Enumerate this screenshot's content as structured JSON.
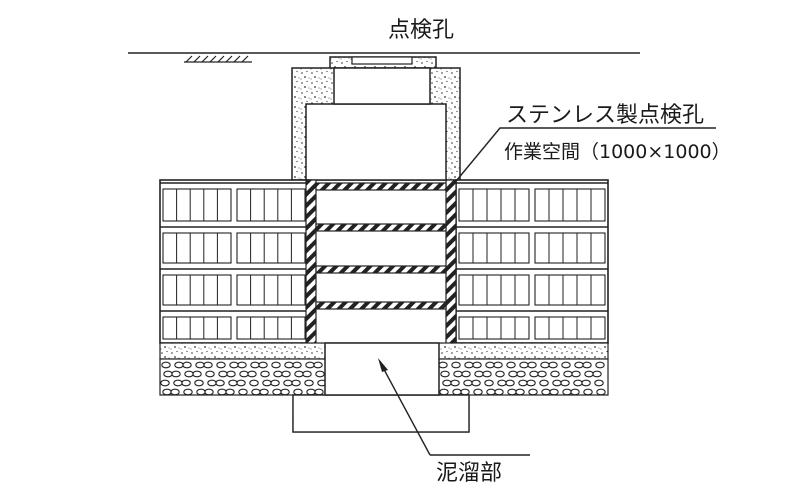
{
  "diagram": {
    "labels": {
      "inspection_hole": "点検孔",
      "stainless_inspection_hole": "ステンレス製点検孔",
      "work_space": "作業空間（1000×1000）",
      "sludge_pit": "泥溜部"
    },
    "colors": {
      "line": "#222222",
      "concrete_fill": "#ffffff",
      "background": "#ffffff"
    }
  }
}
